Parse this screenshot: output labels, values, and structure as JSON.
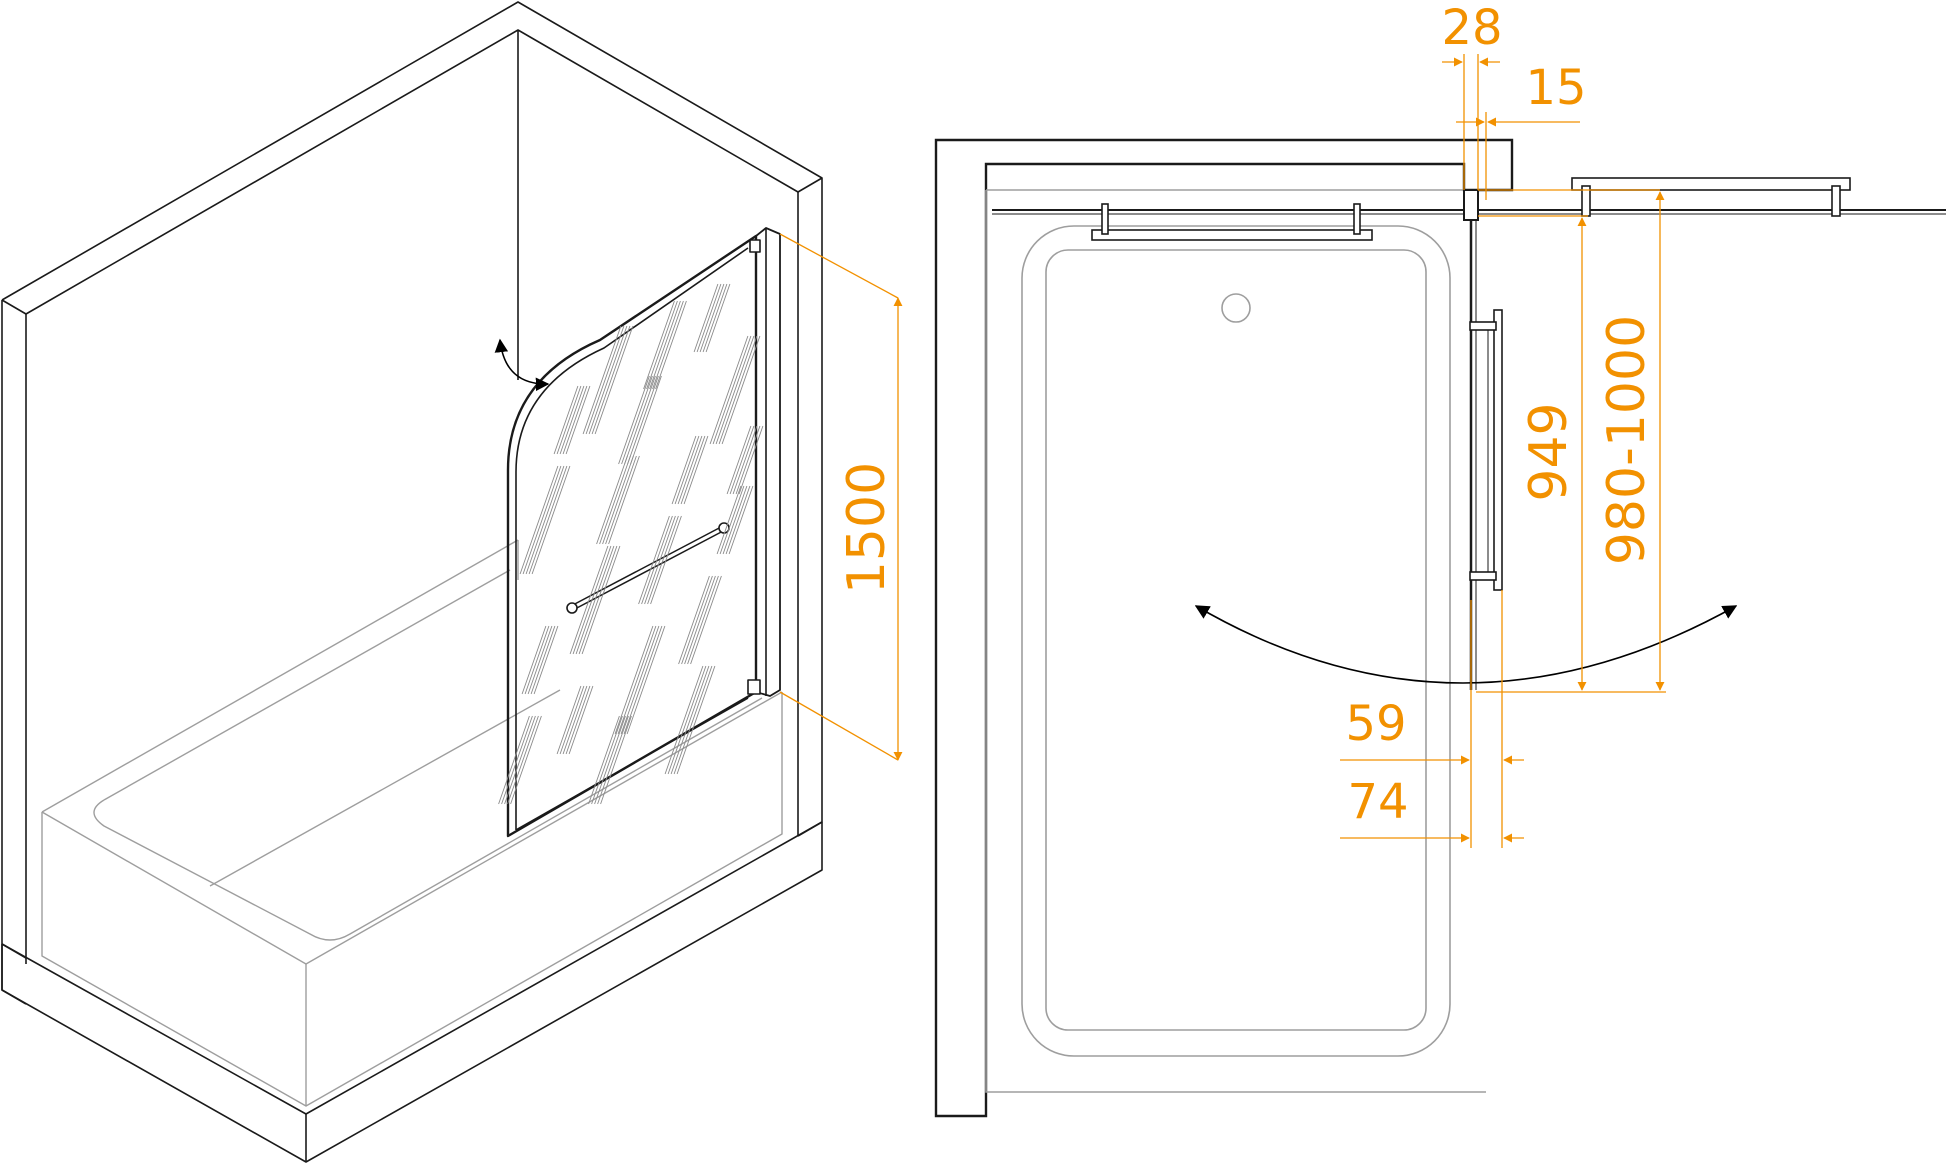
{
  "diagram": {
    "accent_color": "#f29100",
    "line_color": "#1a1a1a",
    "tub_color": "#9e9e9e",
    "glass_streak_color": "#8a8a8a",
    "dimensions": {
      "screen_height": "1500",
      "profile_width": "28",
      "hinge_offset": "15",
      "glass_width": "949",
      "total_width": "980-1000",
      "handle_offset_a": "59",
      "handle_offset_b": "74"
    }
  }
}
